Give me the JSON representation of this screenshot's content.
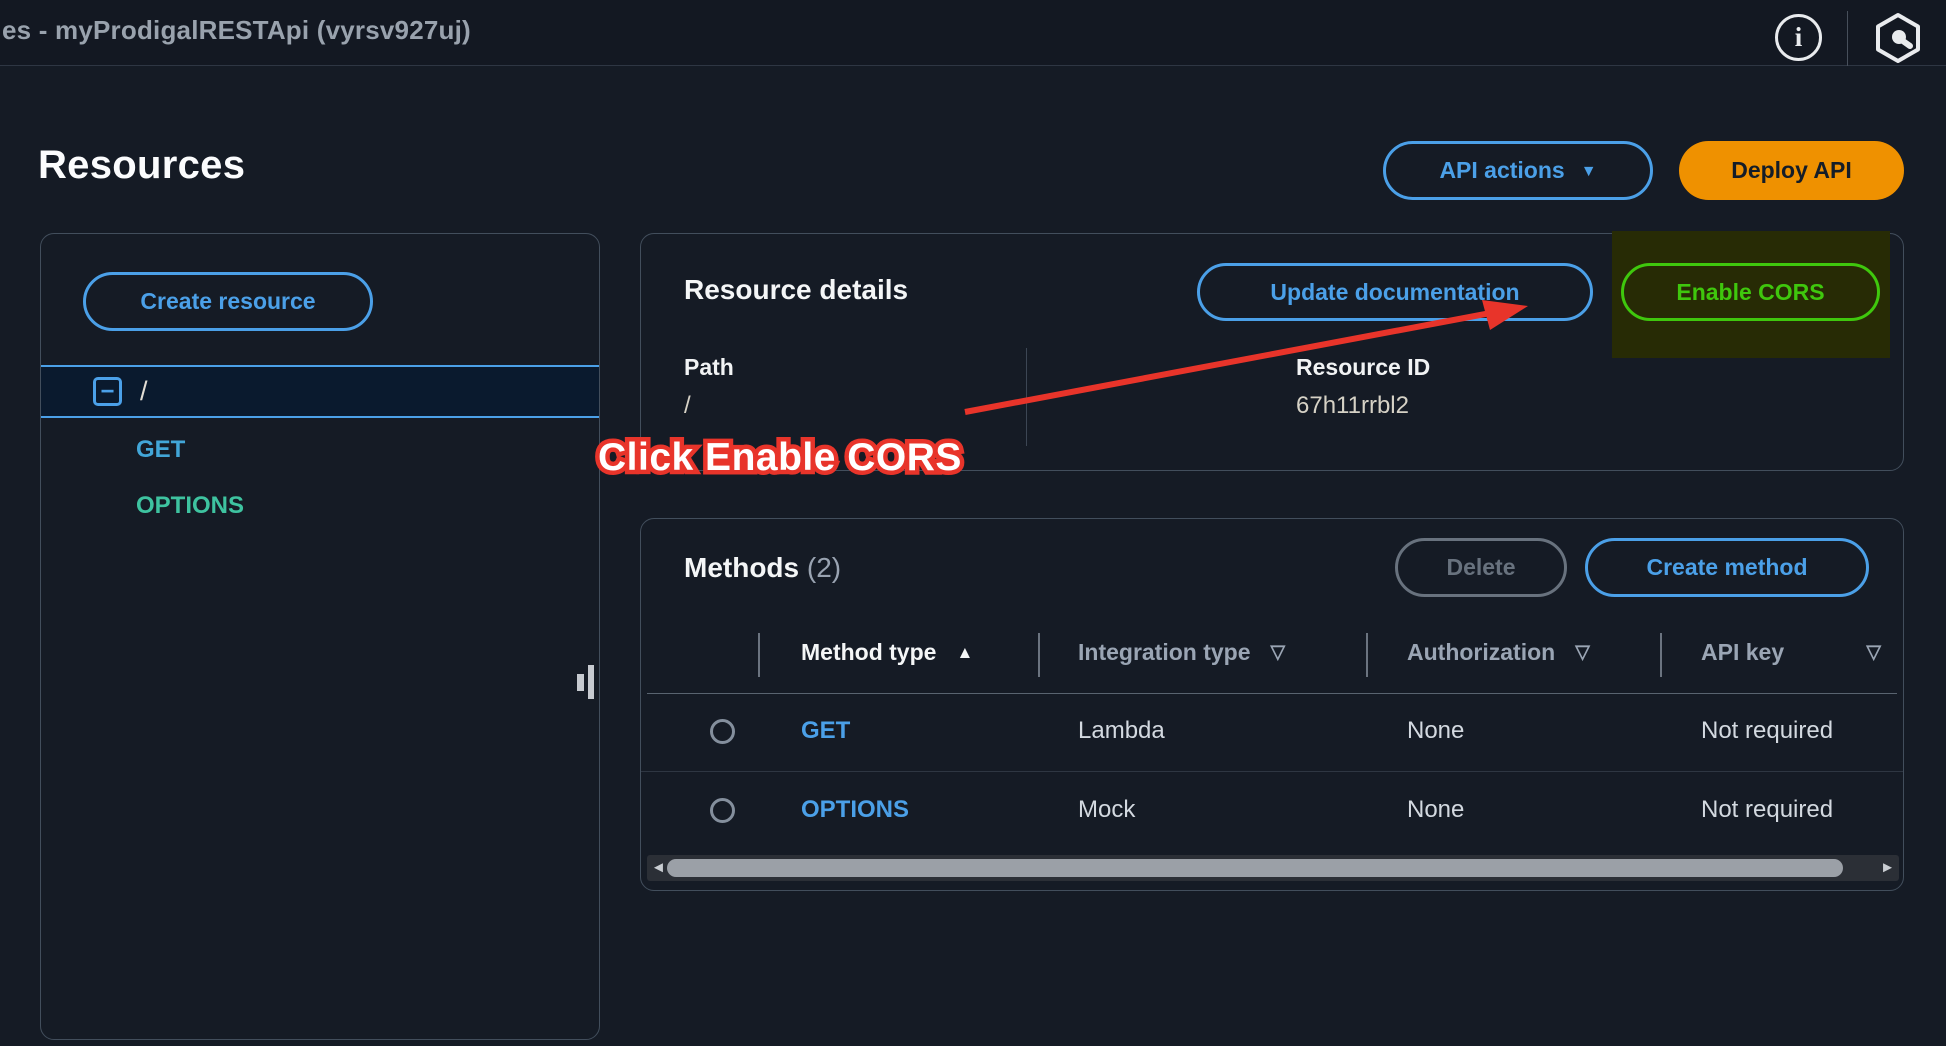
{
  "topbar": {
    "title": "es - myProdigalRESTApi (vyrsv927uj)",
    "info_glyph": "i"
  },
  "toolbar": {
    "heading": "Resources",
    "api_actions": "API actions",
    "caret": "▼",
    "deploy_api": "Deploy API"
  },
  "tree_panel": {
    "create_resource": "Create resource",
    "collapse_glyph": "−",
    "root_path": "/",
    "items": [
      {
        "label": "GET"
      },
      {
        "label": "OPTIONS"
      }
    ]
  },
  "details_panel": {
    "title": "Resource details",
    "update_documentation": "Update documentation",
    "enable_cors": "Enable CORS",
    "path_label": "Path",
    "path_value": "/",
    "resource_id_label": "Resource ID",
    "resource_id_value": "67h11rrbl2"
  },
  "annotation": {
    "label": "Click Enable CORS"
  },
  "methods_panel": {
    "title": "Methods",
    "count": "(2)",
    "delete": "Delete",
    "create_method": "Create method",
    "columns": [
      {
        "label": "Method type",
        "sort_glyph": "▲"
      },
      {
        "label": "Integration type",
        "sort_glyph": "▽"
      },
      {
        "label": "Authorization",
        "sort_glyph": "▽"
      },
      {
        "label": "API key",
        "sort_glyph": "▽"
      }
    ],
    "rows": [
      {
        "method": "GET",
        "integration": "Lambda",
        "authorization": "None",
        "api_key": "Not required"
      },
      {
        "method": "OPTIONS",
        "integration": "Mock",
        "authorization": "None",
        "api_key": "Not required"
      }
    ],
    "scrollbar": {
      "left_glyph": "◄",
      "right_glyph": "►"
    }
  },
  "colors": {
    "accent_blue": "#4ba0e8",
    "orange": "#ef9100",
    "green": "#3fc70d",
    "teal": "#3ec3a0",
    "red": "#e8342a",
    "highlight_olive": "#272b05",
    "background": "#151b25"
  }
}
